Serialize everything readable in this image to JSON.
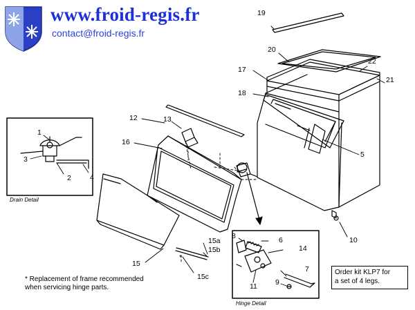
{
  "header": {
    "site_url": "www.froid-regis.fr",
    "contact_email": "contact@froid-regis.fr",
    "logo_icon": "snowflake-shield-icon",
    "accent_color": "#1d2fd8"
  },
  "captions": {
    "drain_detail": "Drain Detail",
    "hinge_detail": "Hinge Detail"
  },
  "notes": {
    "frame_replacement_line1": "* Replacement of frame recommended",
    "frame_replacement_line2": "when servicing hinge parts.",
    "kit_line1": "Order kit KLP7 for",
    "kit_line2": "a set of 4 legs."
  },
  "callouts": {
    "c1": "1",
    "c2": "2",
    "c3": "3",
    "c4": "4",
    "c5": "5",
    "c6": "6",
    "c7": "7",
    "c8": "8",
    "c9": "9",
    "c10": "10",
    "c11": "11",
    "c12": "12",
    "c13": "13",
    "c14": "14",
    "c15": "15",
    "c15a": "15a",
    "c15b": "15b",
    "c15c": "15c",
    "c16": "16",
    "c17": "17",
    "c18": "18",
    "c19": "19",
    "c20": "20",
    "c21": "21",
    "c22": "22",
    "star": "*"
  }
}
